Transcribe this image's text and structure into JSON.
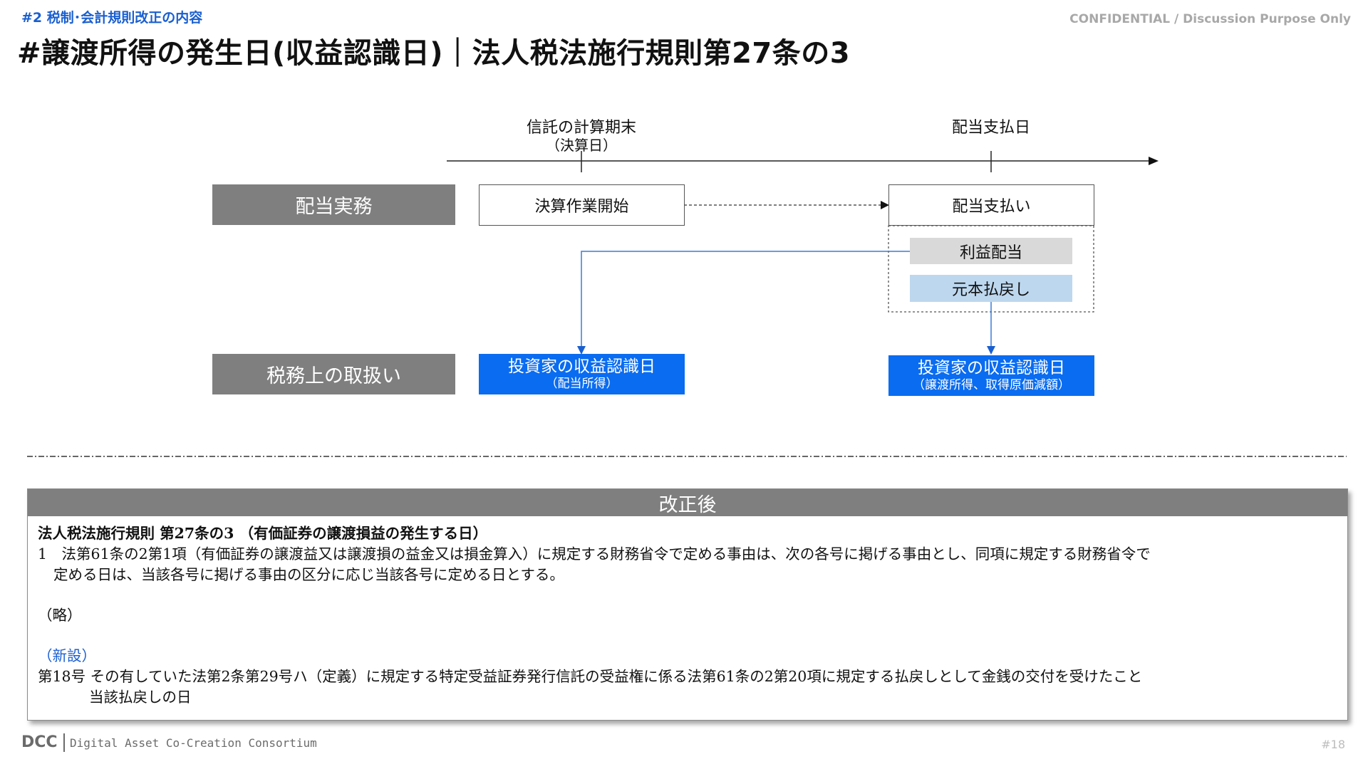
{
  "header": {
    "section_tag": "#2 税制･会計規則改正の内容",
    "confidential": "CONFIDENTIAL / Discussion Purpose Only",
    "title": "#譲渡所得の発生日(収益認識日)｜法人税法施行規則第27条の3"
  },
  "timeline": {
    "point1_label": "信託の計算期末",
    "point1_sub": "（決算日）",
    "point2_label": "配当支払日"
  },
  "rows": {
    "row1_label": "配当実務",
    "row2_label": "税務上の取扱い"
  },
  "boxes": {
    "settlement_start": "決算作業開始",
    "dividend_payment": "配当支払い",
    "profit_distribution": "利益配当",
    "principal_refund": "元本払戻し",
    "investor_recognition_1_main": "投資家の収益認識日",
    "investor_recognition_1_sub": "（配当所得）",
    "investor_recognition_2_main": "投資家の収益認識日",
    "investor_recognition_2_sub": "（譲渡所得、取得原価減額）"
  },
  "panel": {
    "header": "改正後",
    "law_title": "法人税法施行規則 第27条の3 （有価証券の譲渡損益の発生する日）",
    "para1_line1": "1　法第61条の2第1項（有価証券の譲渡益又は譲渡損の益金又は損金算入）に規定する財務省令で定める事由は、次の各号に掲げる事由とし、同項に規定する財務省令で",
    "para1_line2": "定める日は、当該各号に掲げる事由の区分に応じ当該各号に定める日とする。",
    "omitted": "（略）",
    "new_label": "（新設）",
    "item18_line1": "第18号 その有していた法第2条第29号ハ（定義）に規定する特定受益証券発行信託の受益権に係る法第61条の2第20項に規定する払戻しとして金銭の交付を受けたこと",
    "item18_line2": "当該払戻しの日"
  },
  "footer": {
    "logo": "DCC",
    "org": "Digital Asset Co-Creation Consortium",
    "page": "#18"
  },
  "colors": {
    "accent_blue": "#0a6cf0",
    "label_gray": "#7f7f7f",
    "light_gray": "#d9d9d9",
    "light_blue": "#bdd7ee"
  }
}
